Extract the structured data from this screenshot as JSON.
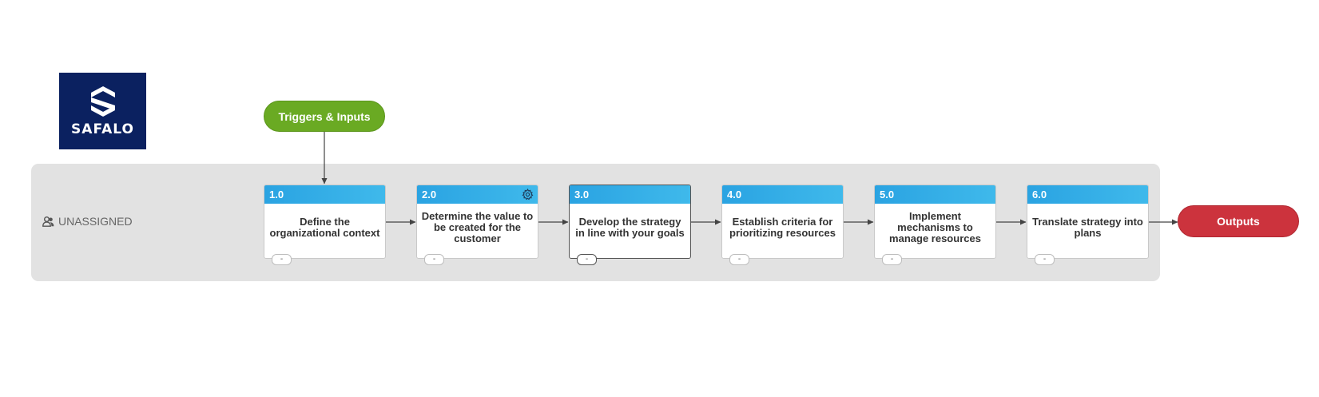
{
  "logo": {
    "text": "SAFALO",
    "bg_color": "#0b2160",
    "icon": "safalo-stacked-s-icon"
  },
  "lane": {
    "label": "UNASSIGNED",
    "icon": "users-icon"
  },
  "triggers": {
    "label": "Triggers & Inputs",
    "color": "#6aaa23"
  },
  "outputs": {
    "label": "Outputs",
    "color": "#cc333d"
  },
  "steps": [
    {
      "number": "1.0",
      "text": "Define the organizational context",
      "tab": "-"
    },
    {
      "number": "2.0",
      "text": "Determine the value to be created for the customer",
      "tab": "-",
      "icon": "gear-icon"
    },
    {
      "number": "3.0",
      "text": "Develop the strategy in line with your goals",
      "tab": "-",
      "selected": true
    },
    {
      "number": "4.0",
      "text": "Establish criteria for prioritizing resources",
      "tab": "-"
    },
    {
      "number": "5.0",
      "text": "Implement mechanisms to manage resources",
      "tab": "-"
    },
    {
      "number": "6.0",
      "text": "Translate strategy into plans",
      "tab": "-"
    }
  ],
  "colors": {
    "step_header": "#2aa3e2",
    "lane_bg": "#e2e2e2",
    "connector": "#444444"
  }
}
